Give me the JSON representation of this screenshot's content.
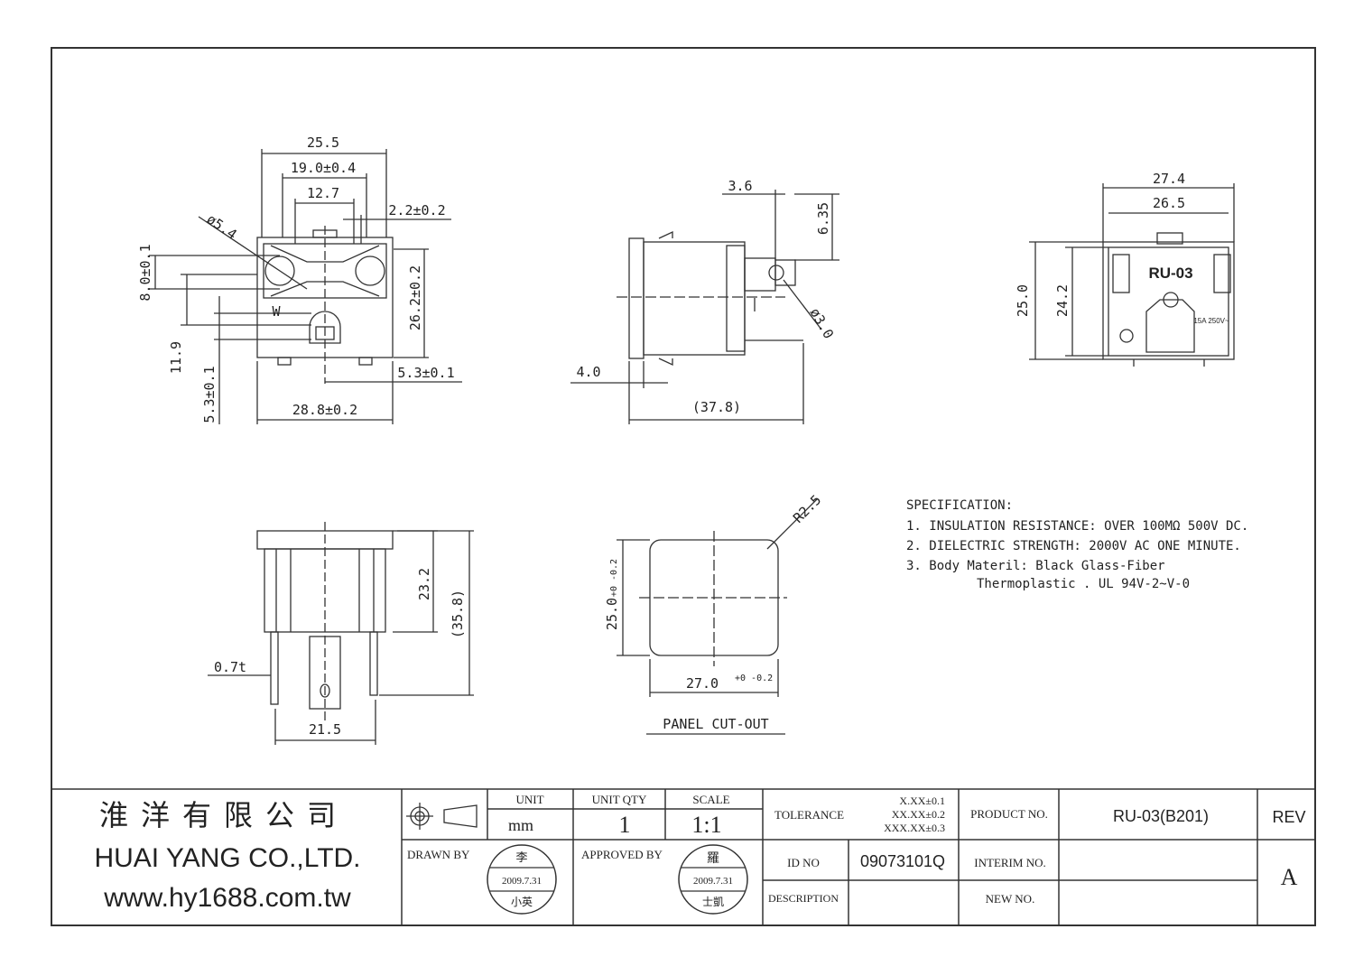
{
  "drawing": {
    "front_view": {
      "dims": {
        "overall_width": "25.5",
        "mount_width": "19.0±0.4",
        "terminal_spacing": "12.7",
        "terminal_offset": "2.2±0.2",
        "diameter": "ø5.4",
        "vertical_offset": "8.0±0.1",
        "height": "26.2±0.2",
        "lower_offset": "11.9",
        "bottom_offset": "5.3±0.1",
        "side_offset": "5.3±0.1",
        "base_width": "28.8±0.2"
      },
      "label_w": "W"
    },
    "side_view": {
      "dims": {
        "tab_width": "3.6",
        "tab_height": "6.35",
        "hole_dia": "ø3.0",
        "flange": "4.0",
        "overall_length": "(37.8)"
      }
    },
    "top_view": {
      "dims": {
        "outer_width": "27.4",
        "inner_width": "26.5",
        "outer_height": "25.0",
        "inner_height": "24.2"
      },
      "marking": "RU-03",
      "rating": "15A 250V~"
    },
    "bottom_view": {
      "dims": {
        "body_height": "23.2",
        "overall_height": "(35.8)",
        "terminal_thickness": "0.7t",
        "terminal_span": "21.5"
      }
    },
    "panel_cutout": {
      "dims": {
        "radius": "R2.5",
        "height": "25.0",
        "height_tol": "+0 -0.2",
        "width": "27.0",
        "width_tol": "+0 -0.2"
      },
      "caption": "PANEL CUT-OUT"
    }
  },
  "specification": {
    "title": "SPECIFICATION:",
    "lines": [
      "1. INSULATION RESISTANCE: OVER 100MΩ 500V DC.",
      "2. DIELECTRIC STRENGTH: 2000V AC ONE MINUTE.",
      "3. Body Materil: Black Glass-Fiber",
      "Thermoplastic . UL 94V-2~V-0"
    ]
  },
  "title_block": {
    "company_cn": "淮洋有限公司",
    "company_en": "HUAI YANG CO.,LTD.",
    "website": "www.hy1688.com.tw",
    "unit_label": "UNIT",
    "unit_value": "mm",
    "qty_label": "UNIT QTY",
    "qty_value": "1",
    "scale_label": "SCALE",
    "scale_value": "1:1",
    "drawn_by_label": "DRAWN BY",
    "approved_by_label": "APPROVED BY",
    "stamp_drawn": {
      "top": "李",
      "date": "2009.7.31",
      "bottom": "小英"
    },
    "stamp_approved": {
      "top": "羅",
      "date": "2009.7.31",
      "bottom": "士凱"
    },
    "tolerance_label": "TOLERANCE",
    "tolerance_values": [
      "X.XX±0.1",
      "XX.XX±0.2",
      "XXX.XX±0.3"
    ],
    "product_no_label": "PRODUCT NO.",
    "product_no_value": "RU-03(B201)",
    "rev_label": "REV",
    "rev_value": "A",
    "id_no_label": "ID NO",
    "id_no_value": "09073101Q",
    "interim_no_label": "INTERIM NO.",
    "description_label": "DESCRIPTION",
    "new_no_label": "NEW NO."
  }
}
